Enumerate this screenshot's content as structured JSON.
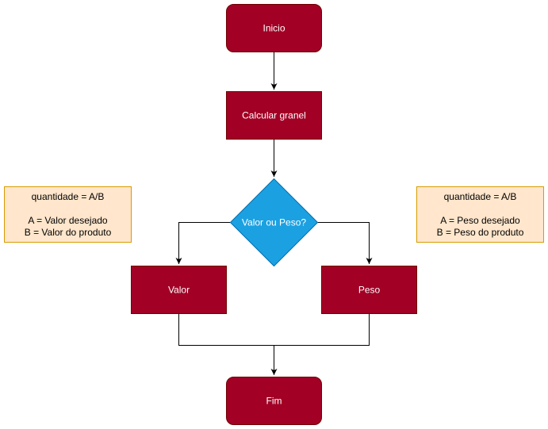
{
  "colors": {
    "process_fill": "#a20025",
    "process_stroke": "#6f0000",
    "process_text": "#ffffff",
    "decision_fill": "#1ba1e2",
    "decision_stroke": "#006eaf",
    "note_fill": "#ffe6cc",
    "note_stroke": "#d79b00",
    "connector": "#000000"
  },
  "nodes": {
    "start": {
      "label": "Inicio",
      "shape": "rounded-rectangle"
    },
    "calculate": {
      "label": "Calcular granel",
      "shape": "rectangle"
    },
    "decision": {
      "label": "Valor ou Peso?",
      "shape": "diamond"
    },
    "value": {
      "label": "Valor",
      "shape": "rectangle"
    },
    "weight": {
      "label": "Peso",
      "shape": "rectangle"
    },
    "end": {
      "label": "Fim",
      "shape": "rounded-rectangle"
    }
  },
  "notes": {
    "value_note": {
      "line1": "quantidade = A/B",
      "line2": "A = Valor desejado",
      "line3": "B = Valor do produto"
    },
    "weight_note": {
      "line1": "quantidade = A/B",
      "line2": "A = Peso desejado",
      "line3": "B = Peso do produto"
    }
  }
}
